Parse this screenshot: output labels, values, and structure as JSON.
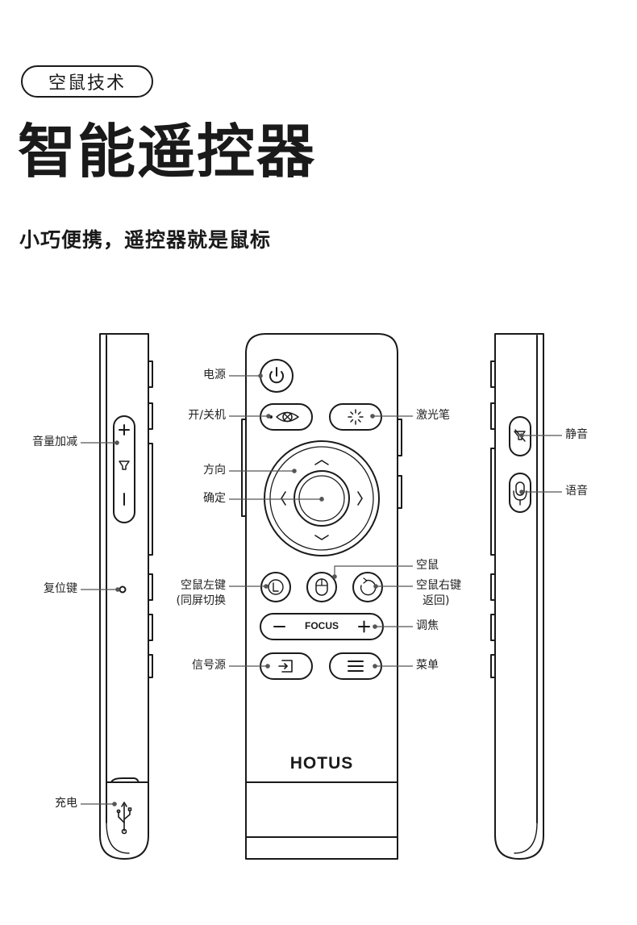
{
  "header": {
    "tag": "空鼠技术",
    "title": "智能遥控器",
    "subtitle": "小巧便携，遥控器就是鼠标"
  },
  "remote": {
    "brand": "HOTUS",
    "focus_label": "FOCUS"
  },
  "labels": {
    "power": "电源",
    "onoff": "开/关机",
    "laser": "激光笔",
    "direction": "方向",
    "confirm": "确定",
    "airmouse": "空鼠",
    "air_left_1": "空鼠左键",
    "air_left_2": "(同屏切换",
    "air_right_1": "空鼠右键",
    "air_right_2": "返回)",
    "focus": "调焦",
    "source": "信号源",
    "menu": "菜单",
    "volume": "音量加减",
    "reset": "复位键",
    "charge": "充电",
    "mute": "静音",
    "voice": "语音"
  }
}
